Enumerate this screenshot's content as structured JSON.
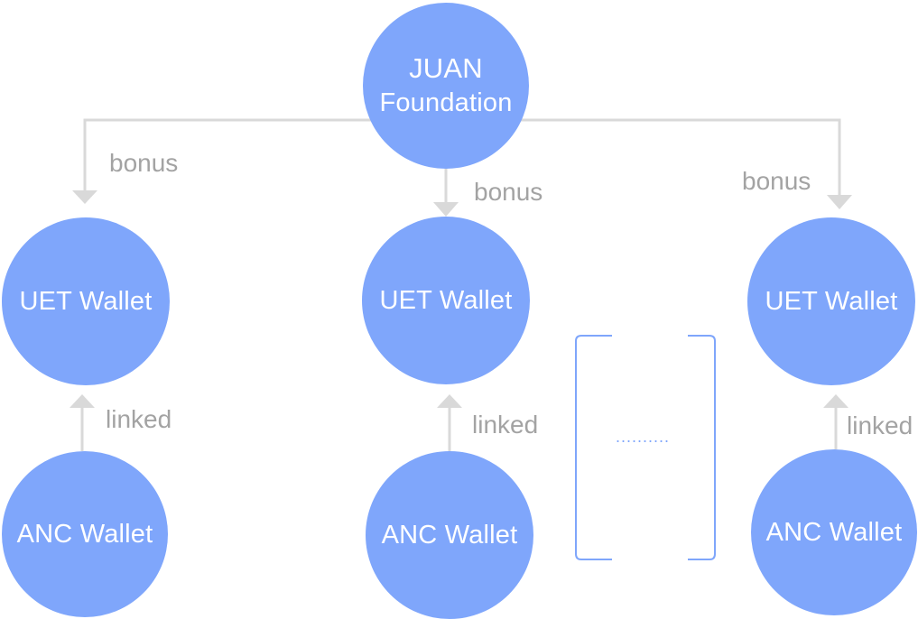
{
  "root": {
    "line1": "JUAN",
    "line2": "Foundation"
  },
  "columns": [
    {
      "bonus_label": "bonus",
      "uet_label": "UET Wallet",
      "linked_label": "linked",
      "anc_label": "ANC Wallet"
    },
    {
      "bonus_label": "bonus",
      "uet_label": "UET Wallet",
      "linked_label": "linked",
      "anc_label": "ANC Wallet"
    },
    {
      "bonus_label": "bonus",
      "uet_label": "UET Wallet",
      "linked_label": "linked",
      "anc_label": "ANC Wallet"
    }
  ],
  "ellipsis": "..........",
  "colors": {
    "node_fill": "#7fa6fb",
    "connector": "#d9d9d9",
    "label_text": "#a3a3a3",
    "bracket": "#7fa6fb"
  }
}
